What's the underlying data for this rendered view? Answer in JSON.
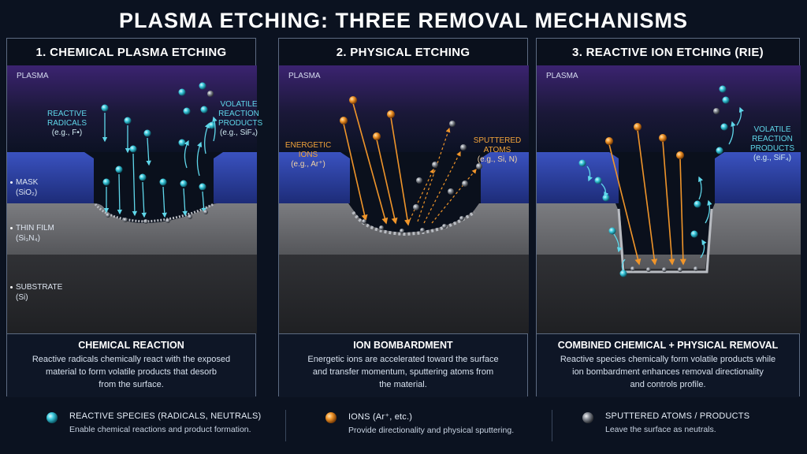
{
  "title": "PLASMA ETCHING: THREE REMOVAL MECHANISMS",
  "colors": {
    "reactive": "#3cc9dd",
    "ion": "#f0952a",
    "sputtered": "#8a8f98",
    "mask": "#2a3e9a",
    "film": "#6d6e72",
    "substrate": "#2a2b2e",
    "plasma": "#3b2370"
  },
  "layers": {
    "mask": "MASK",
    "mask_sub": "(SiO₂)",
    "film": "THIN FILM",
    "film_sub": "(Si₃N₄)",
    "substrate": "SUBSTRATE",
    "substrate_sub": "(Si)"
  },
  "panels": [
    {
      "title": "1. CHEMICAL PLASMA ETCHING",
      "plasma": "PLASMA",
      "label_left_1": "REACTIVE",
      "label_left_2": "RADICALS",
      "label_left_3": "(e.g., F•)",
      "label_right_1": "VOLATILE",
      "label_right_2": "REACTION",
      "label_right_3": "PRODUCTS",
      "label_right_4": "(e.g., SiF₄)",
      "caption_head": "CHEMICAL REACTION",
      "caption_1": "Reactive radicals chemically react with the exposed",
      "caption_2": "material to form volatile products that desorb",
      "caption_3": "from the surface."
    },
    {
      "title": "2. PHYSICAL ETCHING",
      "plasma": "PLASMA",
      "label_left_1": "ENERGETIC",
      "label_left_2": "IONS",
      "label_left_3": "(e.g., Ar⁺)",
      "label_right_1": "SPUTTERED",
      "label_right_2": "ATOMS",
      "label_right_3": "(e.g., Si, N)",
      "caption_head": "ION BOMBARDMENT",
      "caption_1": "Energetic ions are accelerated toward the surface",
      "caption_2": "and transfer momentum, sputtering atoms from",
      "caption_3": "the material."
    },
    {
      "title": "3. REACTIVE ION ETCHING (RIE)",
      "plasma": "PLASMA",
      "label_right_1": "VOLATILE",
      "label_right_2": "REACTION",
      "label_right_3": "PRODUCTS",
      "label_right_4": "(e.g., SiF₄)",
      "caption_head": "COMBINED CHEMICAL + PHYSICAL REMOVAL",
      "caption_1": "Reactive species chemically form volatile products while",
      "caption_2": "ion bombardment enhances removal directionality",
      "caption_3": "and controls profile."
    }
  ],
  "legend": [
    {
      "name": "REACTIVE SPECIES (RADICALS, NEUTRALS)",
      "desc": "Enable chemical reactions and product formation.",
      "icon": "cyan-sphere-icon"
    },
    {
      "name": "IONS (Ar⁺, etc.)",
      "desc": "Provide directionality and physical sputtering.",
      "icon": "orange-sphere-icon"
    },
    {
      "name": "SPUTTERED ATOMS / PRODUCTS",
      "desc": "Leave the surface as neutrals.",
      "icon": "gray-sphere-icon"
    }
  ]
}
